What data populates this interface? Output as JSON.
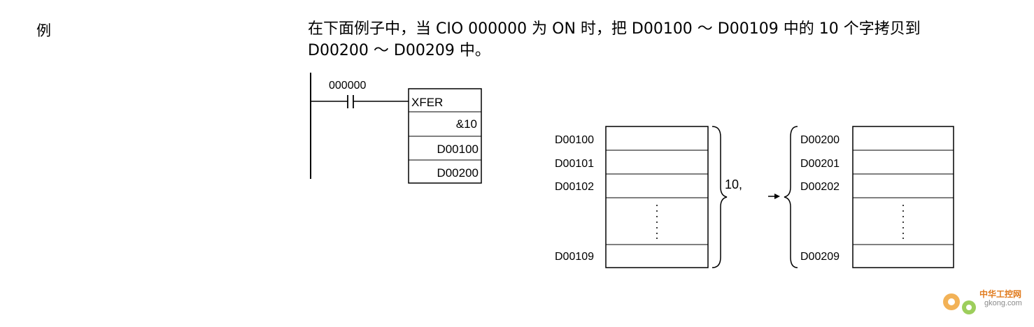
{
  "example_label": "例",
  "description": "在下面例子中，当 CIO 000000 为 ON 时，把 D00100 ～ D00109 中的 10 个字拷贝到 D00200 ～ D00209 中。",
  "ladder": {
    "contact_address": "000000",
    "instruction": "XFER",
    "operands": [
      "&10",
      "D00100",
      "D00200"
    ]
  },
  "source_block": {
    "addresses": [
      "D00100",
      "D00101",
      "D00102",
      "D00109"
    ],
    "count_label": "10,"
  },
  "dest_block": {
    "addresses": [
      "D00200",
      "D00201",
      "D00202",
      "D00209"
    ]
  },
  "watermark": {
    "line1": "中华工控网",
    "line2": "gkong.com"
  }
}
